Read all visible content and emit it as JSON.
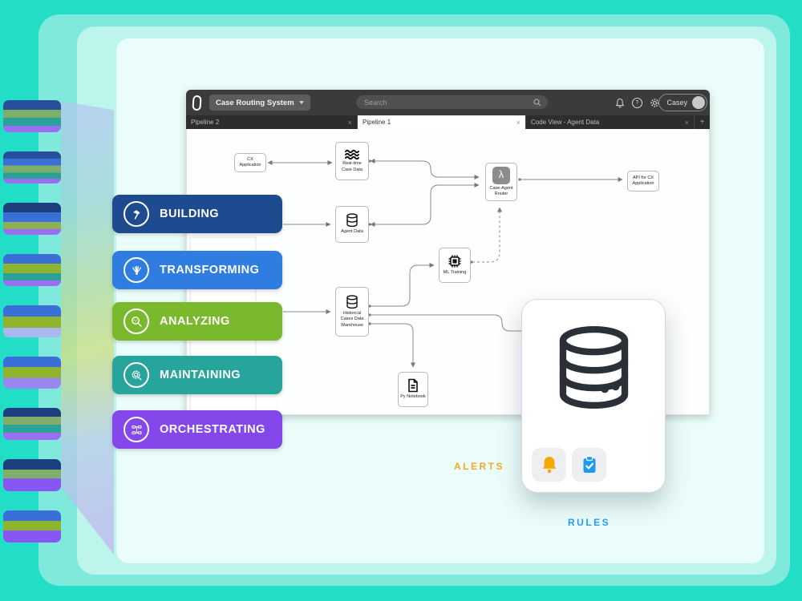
{
  "scene": {
    "alerts_label": "ALERTS",
    "rules_label": "RULES",
    "alerts_color": "#F0A828",
    "rules_color": "#2B9BF0",
    "frame_colors": [
      "#22DEC7",
      "#7FEADB",
      "#BDF4EC",
      "#EBFDFA"
    ]
  },
  "pillars": [
    {
      "label": "BUILDING",
      "icon": "hammer-icon",
      "color": "#1E4B8F"
    },
    {
      "label": "TRANSFORMING",
      "icon": "transform-burst-icon",
      "color": "#2F7DE1"
    },
    {
      "label": "ANALYZING",
      "icon": "magnifier-data-icon",
      "color": "#7AB82D"
    },
    {
      "label": "MAINTAINING",
      "icon": "gear-wrench-icon",
      "color": "#27A49B"
    },
    {
      "label": "ORCHESTRATING",
      "icon": "flow-network-icon",
      "color": "#8447E9"
    }
  ],
  "window": {
    "app_menu": {
      "label": "Case Routing System"
    },
    "search": {
      "placeholder": "Search"
    },
    "user": {
      "name": "Casey"
    },
    "tabs": [
      {
        "label": "Pipeline 2",
        "close": "×",
        "active": false
      },
      {
        "label": "Pipeline 1",
        "close": "×",
        "active": true
      },
      {
        "label": "Code View - Agent Data",
        "close": "×",
        "active": false
      }
    ],
    "new_tab_label": "+",
    "nodes": {
      "cx_app": {
        "label": "CX Application"
      },
      "realtime": {
        "label": "Real-time Case Data",
        "icon": "waves-icon"
      },
      "agent": {
        "label": "Agent Data",
        "icon": "database-icon"
      },
      "router": {
        "label": "Case-Agent Router",
        "icon": "lambda-icon",
        "glyph": "λ"
      },
      "api": {
        "label": "API for CX Application"
      },
      "ml": {
        "label": "ML Training",
        "icon": "chip-icon"
      },
      "warehouse": {
        "label": "Historical Cases Data Warehouse",
        "icon": "database-icon"
      },
      "notebook": {
        "label": "Py Notebook",
        "icon": "document-icon"
      }
    }
  }
}
